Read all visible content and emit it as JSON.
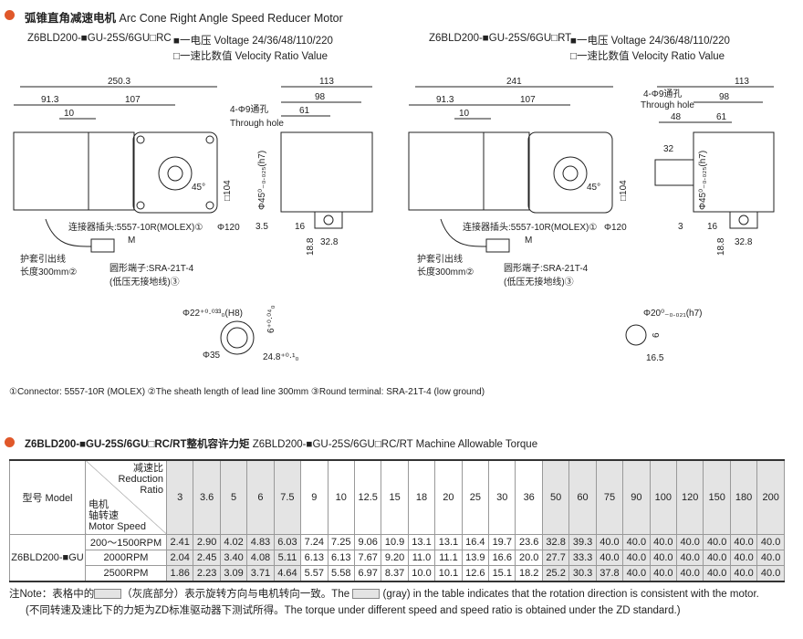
{
  "section1": {
    "title_cn": "弧锥直角减速电机",
    "title_en": "Arc Cone Right Angle Speed Reducer Motor"
  },
  "left_model": "Z6BLD200-■GU-25S/6GU□RC",
  "right_model": "Z6BLD200-■GU-25S/6GU□RT",
  "legend": {
    "voltage": "■一电压 Voltage 24/36/48/110/220",
    "ratio": "□一速比数值 Velocity Ratio Value"
  },
  "left_drawing": {
    "total": "250.3",
    "d913": "91.3",
    "d107": "107",
    "d10": "10",
    "d113": "113",
    "d98": "98",
    "d61": "61",
    "hole_cn": "4-Φ9通孔",
    "hole_en": "Through hole",
    "sq104": "□104",
    "phi45": "Φ45⁰₋₀.₀₂₅(h7)",
    "angle": "45°",
    "phi120": "Φ120",
    "d35": "3.5",
    "d16": "16",
    "d188": "18.8",
    "d328": "32.8",
    "m": "M",
    "connector": "连接器插头:5557-10R(MOLEX)①",
    "sheath1": "护套引出线",
    "sheath2": "长度300mm②",
    "terminal1": "圆形端子:SRA-21T-4",
    "terminal2": "(低压无接地线)③"
  },
  "right_drawing": {
    "total": "241",
    "d913": "91.3",
    "d107": "107",
    "d10": "10",
    "d113": "113",
    "d98": "98",
    "d61": "61",
    "d48": "48",
    "d32": "32",
    "hole_cn": "4-Φ9通孔",
    "hole_en": "Through hole",
    "sq104": "□104",
    "phi45": "Φ45⁰₋₀.₀₂₅(h7)",
    "angle": "45°",
    "phi120": "Φ120",
    "d3": "3",
    "d16": "16",
    "d188": "18.8",
    "d328": "32.8",
    "m": "M",
    "connector": "连接器插头:5557-10R(MOLEX)①",
    "sheath1": "护套引出线",
    "sheath2": "长度300mm②",
    "terminal1": "圆形端子:SRA-21T-4",
    "terminal2": "(低压无接地线)③"
  },
  "shaft_left": {
    "bore": "Φ22⁺⁰·⁰³³₀(H8)",
    "key": "6⁺⁰·⁰⁴₀",
    "outer": "Φ35",
    "depth": "24.8⁺⁰·¹₀"
  },
  "shaft_right": {
    "shaft": "Φ20⁰₋₀.₀₂₁(h7)",
    "key": "6",
    "depth": "16.5"
  },
  "footnote": "①Connector: 5557-10R (MOLEX)  ②The sheath length of lead line 300mm  ③Round terminal: SRA-21T-4 (low ground)",
  "section2": {
    "title_cn": "Z6BLD200-■GU-25S/6GU□RC/RT整机容许力矩",
    "title_en": "Z6BLD200-■GU-25S/6GU□RC/RT Machine Allowable Torque"
  },
  "table": {
    "model_header": "型号 Model",
    "ratio_cn": "减速比",
    "ratio_en1": "Reduction",
    "ratio_en2": "Ratio",
    "speed_cn1": "电机",
    "speed_cn2": "轴转速",
    "speed_en": "Motor Speed",
    "model": "Z6BLD200-■GU",
    "ratios": [
      "3",
      "3.6",
      "5",
      "6",
      "7.5",
      "9",
      "10",
      "12.5",
      "15",
      "18",
      "20",
      "25",
      "30",
      "36",
      "50",
      "60",
      "75",
      "90",
      "100",
      "120",
      "150",
      "180",
      "200"
    ],
    "shaded": [
      true,
      true,
      true,
      true,
      true,
      false,
      false,
      false,
      false,
      false,
      false,
      false,
      false,
      false,
      true,
      true,
      true,
      true,
      true,
      true,
      true,
      true,
      true
    ],
    "rows": [
      {
        "speed": "200～1500RPM",
        "values": [
          "2.41",
          "2.90",
          "4.02",
          "4.83",
          "6.03",
          "7.24",
          "7.25",
          "9.06",
          "10.9",
          "13.1",
          "13.1",
          "16.4",
          "19.7",
          "23.6",
          "32.8",
          "39.3",
          "40.0",
          "40.0",
          "40.0",
          "40.0",
          "40.0",
          "40.0",
          "40.0"
        ]
      },
      {
        "speed": "2000RPM",
        "values": [
          "2.04",
          "2.45",
          "3.40",
          "4.08",
          "5.11",
          "6.13",
          "6.13",
          "7.67",
          "9.20",
          "11.0",
          "11.1",
          "13.9",
          "16.6",
          "20.0",
          "27.7",
          "33.3",
          "40.0",
          "40.0",
          "40.0",
          "40.0",
          "40.0",
          "40.0",
          "40.0"
        ]
      },
      {
        "speed": "2500RPM",
        "values": [
          "1.86",
          "2.23",
          "3.09",
          "3.71",
          "4.64",
          "5.57",
          "5.58",
          "6.97",
          "8.37",
          "10.0",
          "10.1",
          "12.6",
          "15.1",
          "18.2",
          "25.2",
          "30.3",
          "37.8",
          "40.0",
          "40.0",
          "40.0",
          "40.0",
          "40.0",
          "40.0"
        ]
      }
    ]
  },
  "notes": {
    "line1a": "注Note：表格中的",
    "line1b": "（灰底部分）表示旋转方向与电机转向一致。The",
    "line1c": "(gray) in the table indicates that the rotation direction is consistent with the motor.",
    "line2": "(不同转速及速比下的力矩为ZD标准驱动器下测试所得。The torque under different speed and speed ratio is obtained under the ZD standard.)"
  }
}
